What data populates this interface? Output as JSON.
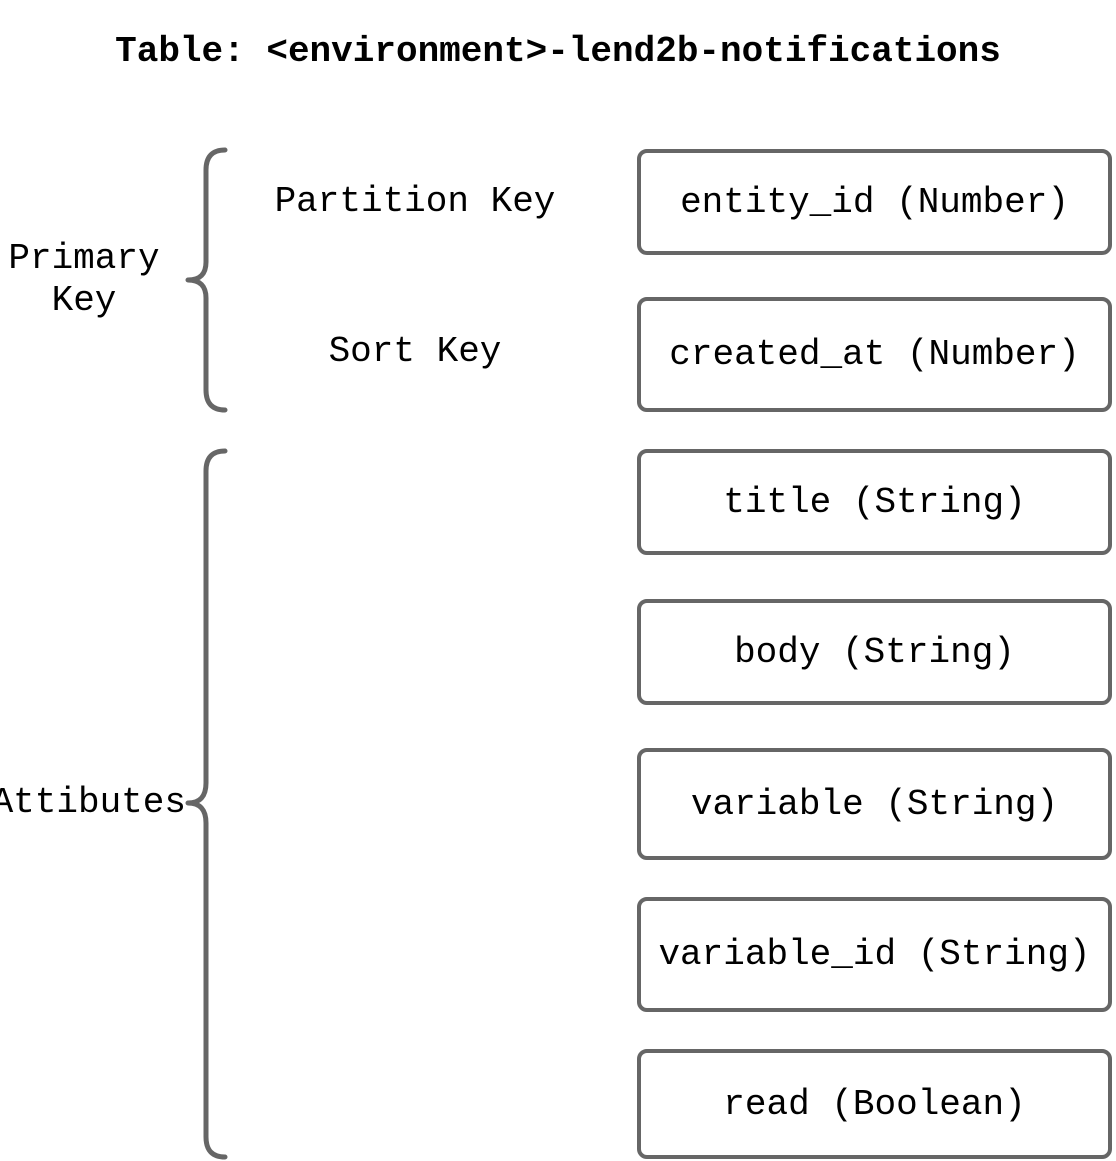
{
  "title": "Table: <environment>-lend2b-notifications",
  "groups": {
    "primary_key": {
      "label_line1": "Primary",
      "label_line2": "Key"
    },
    "attributes": {
      "label": "Attibutes"
    }
  },
  "key_labels": {
    "partition": "Partition Key",
    "sort": "Sort Key"
  },
  "fields": [
    "entity_id (Number)",
    "created_at (Number)",
    "title (String)",
    "body (String)",
    "variable (String)",
    "variable_id (String)",
    "read (Boolean)"
  ],
  "colors": {
    "stroke": "#666666",
    "text": "#000000",
    "background": "#ffffff"
  }
}
